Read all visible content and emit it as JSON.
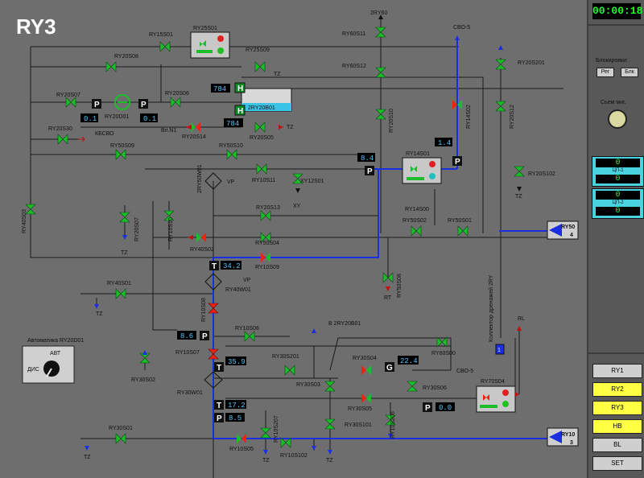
{
  "title": "RY3",
  "clock": "00:00:18",
  "colors": {
    "valve_green": "#1bbd2a",
    "valve_red": "#ee2211",
    "flow_blue": "#1c2fe0",
    "panel_cyan": "#4bd0e0",
    "value_text": "#4fc7ff",
    "nav_yellow": "#ffff44"
  },
  "sidebar": {
    "block_title": "Блокировки:",
    "block_reg": "Рег",
    "block_blk": "Блк",
    "reset_title": "Сьем миг.",
    "counter1": {
      "top": "0",
      "label": "ЦП-1",
      "bottom": "0"
    },
    "counter2": {
      "top": "0",
      "label": "ЦП-2",
      "bottom": "0"
    },
    "nav": [
      "RY1",
      "RY2",
      "RY3",
      "HB",
      "BL",
      "SET"
    ]
  },
  "auto": {
    "title": "Автоматика RY20D01",
    "avt": "АВТ",
    "dis": "ДИС"
  },
  "values": {
    "v784a": "784",
    "v784b": "784",
    "v01a": "0.1",
    "v01b": "0.1",
    "v84": "8.4",
    "v14": "1.4",
    "v342": "34.2",
    "v86": "8.6",
    "v359": "35.9",
    "v224": "22.4",
    "v172": "17.2",
    "v85": "8.5",
    "v00": "0.0"
  },
  "letters": {
    "H1": "H",
    "H2": "H",
    "P": "P",
    "T": "T",
    "G": "G"
  },
  "tanks": {
    "tank": "2RY20B01"
  },
  "outlets": {
    "ry50": "RY50",
    "ry50n": "4",
    "ry10": "RY10",
    "ry10n": "3"
  },
  "labels": {
    "RY15S01": "RY15S01",
    "RY25S01": "RY25S01",
    "RY20S08": "RY20S08",
    "RY25S09": "RY25S09",
    "TZ1": "TZ",
    "RY20S07": "RY20S07",
    "RY20D01": "RY20D01",
    "RY20S06": "RY20S06",
    "RY20S30": "RY20S30",
    "KBCBO": "КБСВО",
    "RY20S14": "RY20S14",
    "BnN1": "Вп.N1",
    "RY20S05": "RY20S05",
    "TZ2": "TZ",
    "RY50S09": "RY50S09",
    "RY50S10": "RY50S10",
    "2RY60": "2RY60",
    "RY60S11": "RY60S11",
    "RY60S12": "RY60S12",
    "RY20S10": "RY20S10",
    "CBO5a": "СВО-5",
    "RY14S02": "RY14S02",
    "RY20S201": "RY20S201",
    "RY20S12": "RY20S12",
    "RY14S01": "RY14S01",
    "RY14S00": "RY14S00",
    "RY20S102": "RY20S102",
    "TZ3": "TZ",
    "RY10S11": "RY10S11",
    "XY12S01": "XY12S01",
    "XY": "XY",
    "VP1": "VP",
    "2RY50W01": "2RY50W01",
    "RY40S03": "RY40S03",
    "RY20S07b": "RY20S07",
    "TZ4": "TZ",
    "RY10S10": "RY10S10",
    "RY20S13": "RY20S13",
    "RY50S02": "RY50S02",
    "RY50S01": "RY50S01",
    "RY40S02": "RY40S02",
    "RY50S04": "RY50S04",
    "RY10S09": "RY10S09",
    "RY50S08": "RY50S08",
    "RT": "RT",
    "RY40S01": "RY40S01",
    "TZ5": "TZ",
    "VP2": "VP",
    "RY40W01": "RY40W01",
    "RY10S08": "RY10S08",
    "collector": "Коллектор дренажей 2RY",
    "RL": "RL",
    "B2RY20B01": "В 2RY20B01",
    "RY10S06": "RY10S06",
    "RY60S00": "RY60S00",
    "RY10S07": "RY10S07",
    "RY30S201": "RY30S201",
    "RY30S04": "RY30S04",
    "CBO5b": "СВО-5",
    "RY30S02": "RY30S02",
    "RY30S03": "RY30S03",
    "RY30S06": "RY30S06",
    "RY70S04": "RY70S04",
    "RY30W01": "RY30W01",
    "RY30S05": "RY30S05",
    "RY10S207": "RY10S207",
    "RY10S206": "RY10S206",
    "RY30S101": "RY30S101",
    "RY30S01": "RY30S01",
    "RY10S05": "RY10S05",
    "TZ6": "TZ",
    "TZ7": "TZ",
    "RY10S102": "RY10S102",
    "TZ8": "TZ"
  }
}
